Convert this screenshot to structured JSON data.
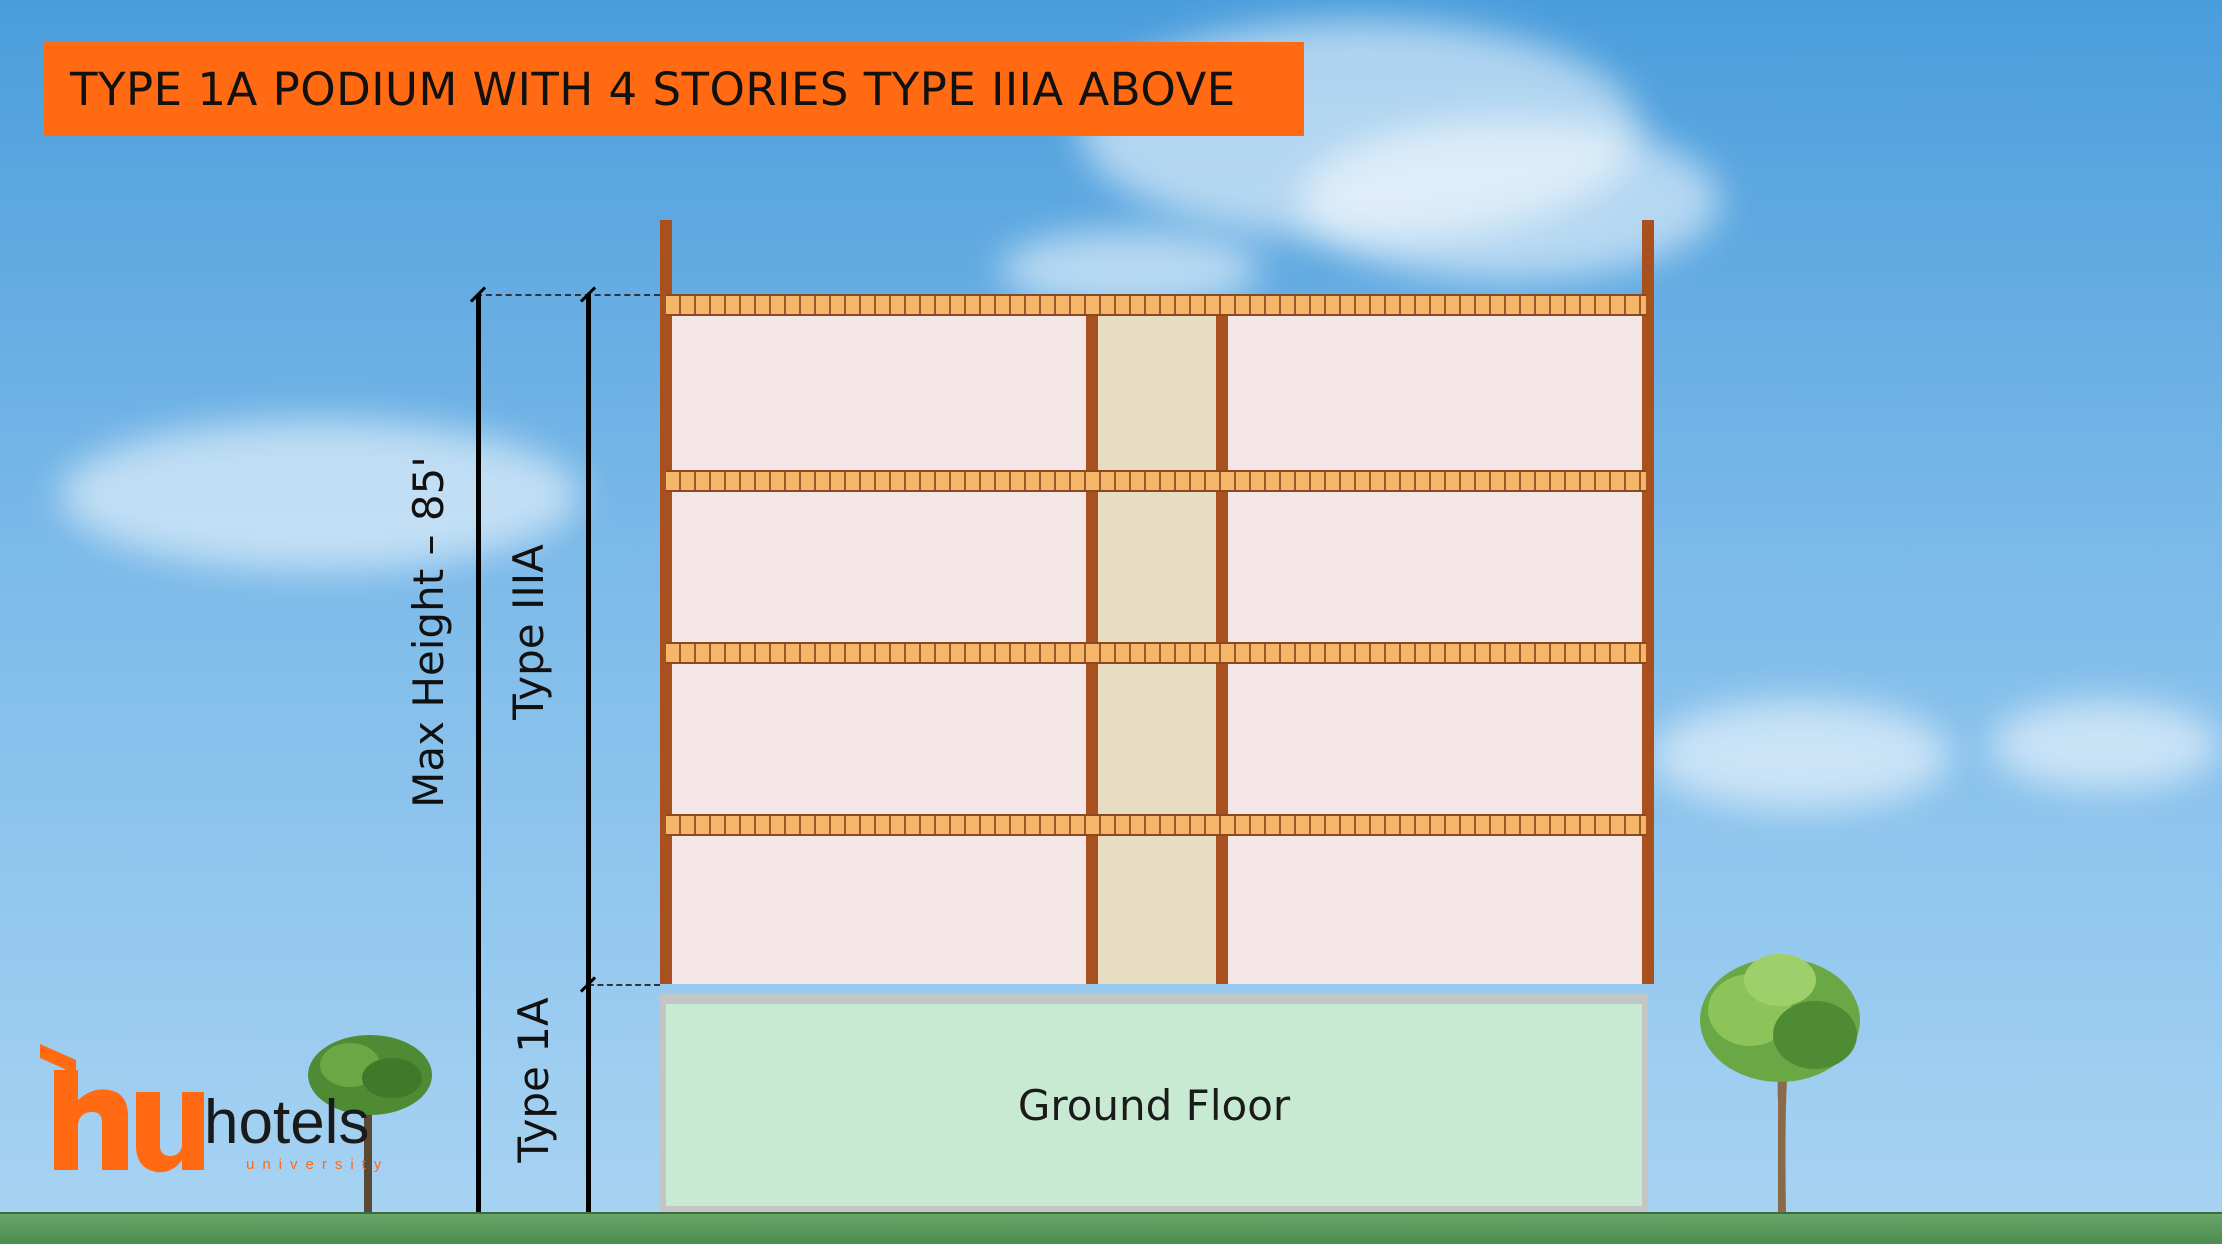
{
  "title": "TYPE 1A PODIUM WITH 4 STORIES TYPE IIIA ABOVE",
  "labels": {
    "max_height": "Max Height – 85'",
    "type_iiia": "Type IIIA",
    "type_1a": "Type 1A",
    "ground_floor": "Ground Floor"
  },
  "logo": {
    "wordmark": "hotels",
    "subtitle": "university"
  },
  "colors": {
    "banner": "#ff6a12",
    "slab": "#f5b66a",
    "column": "#a8511f",
    "room": "#f4e6e6",
    "core": "#e6ddc2",
    "podium": "#c9ead2",
    "ground": "#6aa56a",
    "sky": "#6fb3e6"
  },
  "structure": {
    "upper_stories": 4,
    "podium_stories": 1
  }
}
